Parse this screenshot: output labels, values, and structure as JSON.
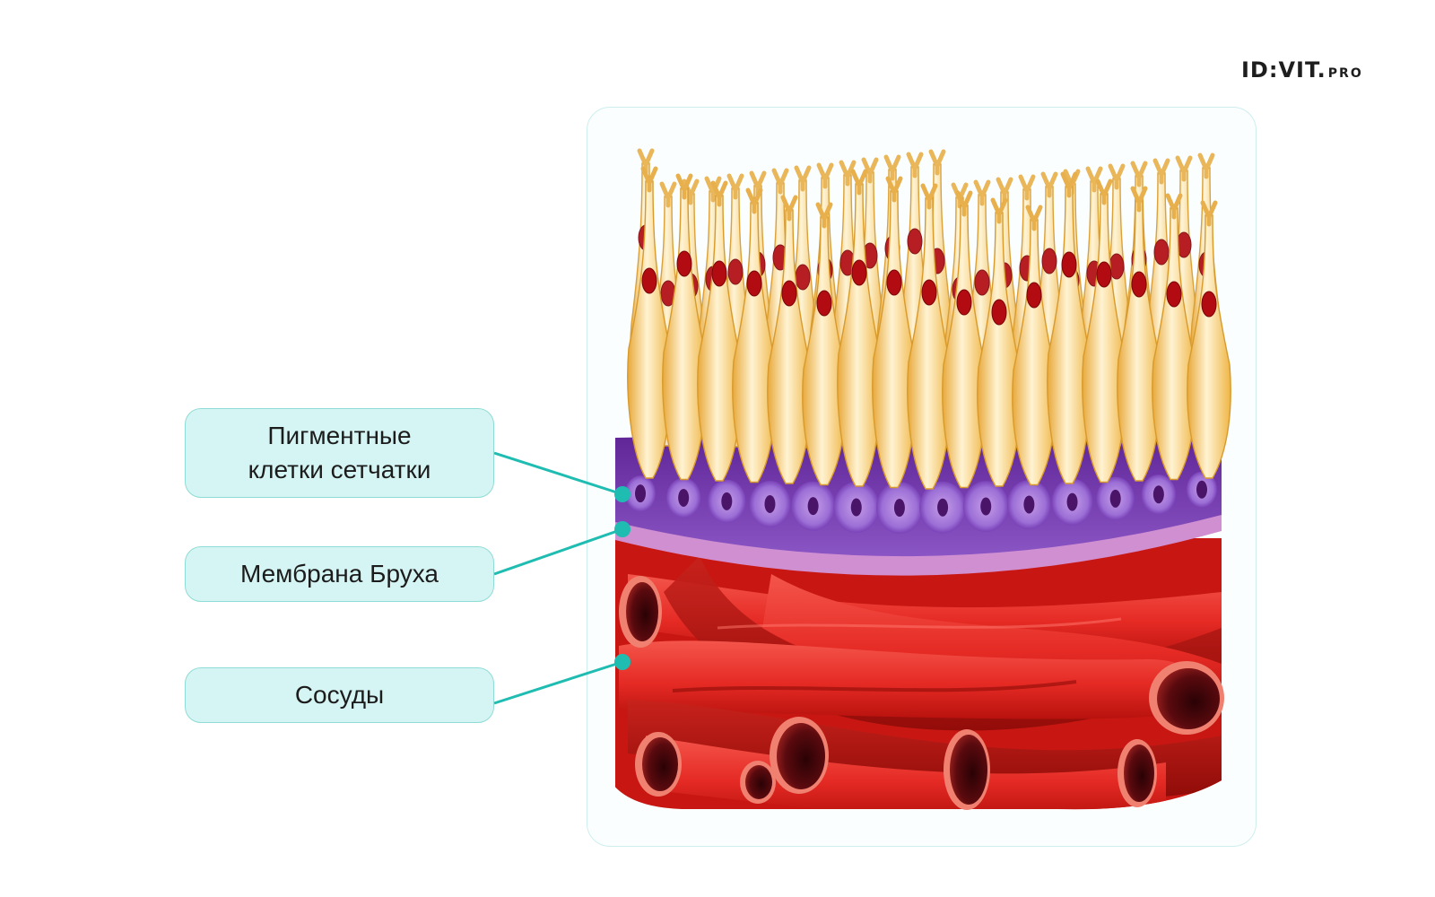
{
  "logo": {
    "main": "ID:VIT.",
    "sub": "PRO"
  },
  "labels": [
    {
      "text": "Пигментные\nклетки сетчатки"
    },
    {
      "text": "Мембрана Бруха"
    },
    {
      "text": "Сосуды"
    }
  ],
  "colors": {
    "label_fill": "#d4f5f3",
    "label_border": "#8fdcd6",
    "leader_line": "#1fbcb2",
    "cell_body": "#f6c766",
    "cell_nucleus": "#b20c12",
    "pigment_layer": "#6b2fa0",
    "bruch_membrane": "#d08fd0",
    "vessel": "#e52a24",
    "vessel_lumen": "#5a0a0e"
  }
}
